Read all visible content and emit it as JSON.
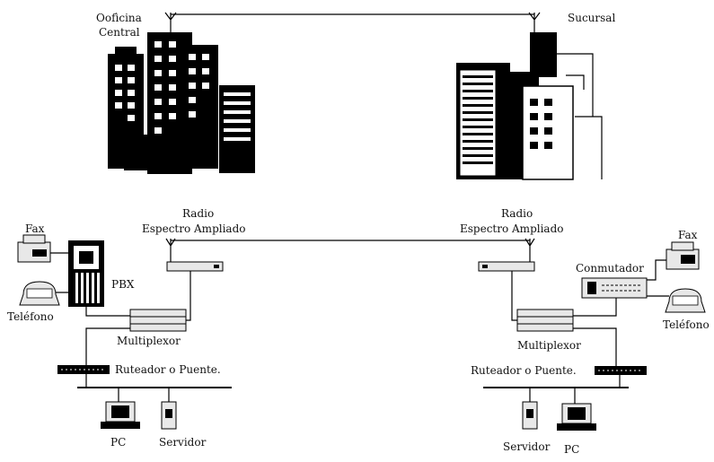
{
  "buildings": {
    "left_label_line1": "Oofìcina",
    "left_label_line2": "Central",
    "right_label": "Sucursal"
  },
  "radio": {
    "left_line1": "Radio",
    "left_line2": "Espectro Ampliado",
    "right_line1": "Radio",
    "right_line2": "Espectro Ampliado"
  },
  "left_site": {
    "fax": "Fax",
    "pbx": "PBX",
    "telefono": "Teléfono",
    "multiplexor": "Multiplexor",
    "ruteador": "Ruteador o Puente.",
    "pc": "PC",
    "servidor": "Servidor"
  },
  "right_site": {
    "fax": "Fax",
    "conmutador": "Conmutador",
    "telefono": "Teléfono",
    "multiplexor": "Multiplexor",
    "ruteador": "Ruteador o Puente.",
    "servidor": "Servidor",
    "pc": "PC"
  }
}
